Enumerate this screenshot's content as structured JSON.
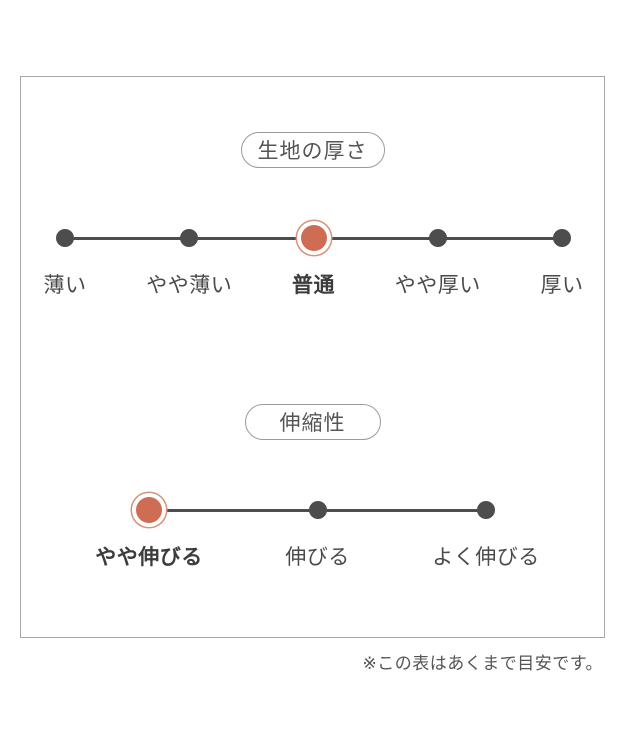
{
  "chart_data": [
    {
      "type": "line",
      "title": "生地の厚さ",
      "categories": [
        "薄い",
        "やや薄い",
        "普通",
        "やや厚い",
        "厚い"
      ],
      "selected_index": 2,
      "selected_value": "普通",
      "grid": false,
      "legend_position": "none"
    },
    {
      "type": "line",
      "title": "伸縮性",
      "categories": [
        "やや伸びる",
        "伸びる",
        "よく伸びる"
      ],
      "selected_index": 0,
      "selected_value": "やや伸びる",
      "grid": false,
      "legend_position": "none"
    }
  ],
  "footnote": "※この表はあくまで目安です。",
  "colors": {
    "accent_dot": "#cf6c54",
    "accent_ring": "#d69379",
    "scale_dot": "#4d4d4d",
    "scale_line": "#4d4d4d",
    "panel_border": "#a8a8a8",
    "badge_border": "#9b9b9b",
    "label_text": "#4a4a4a"
  }
}
